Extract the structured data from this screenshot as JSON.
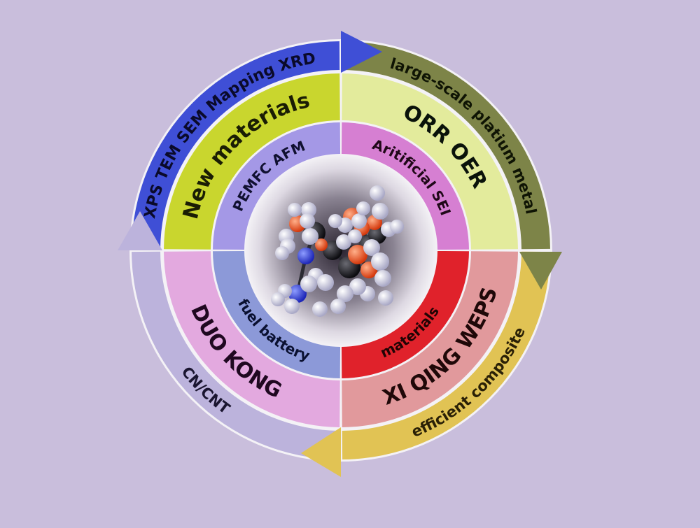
{
  "outer_ring": {
    "top_left": "XPS TEM SEM Mapping XRD",
    "top_right": "large-scale platium metal",
    "bottom_right": "efficient composite",
    "bottom_left": "CN/CNT"
  },
  "middle_ring": {
    "top_left": "New materials",
    "top_right": "ORR OER",
    "bottom_right": "XI QING WEPS",
    "bottom_left": "DUO KONG"
  },
  "inner_ring": {
    "top_left": "PEMFC AFM",
    "top_right": "Aritificial SEI",
    "bottom_right": "materials",
    "bottom_left": "fuel battery"
  },
  "colors": {
    "background": "#c9bedc",
    "outer_top_left": "#3f4fd6",
    "outer_top_right": "#7d8448",
    "outer_bottom_right": "#e1c354",
    "outer_bottom_left": "#bcb3dc",
    "middle_top_left": "#c9d62e",
    "middle_top_right": "#e3eb9c",
    "middle_bottom_right": "#e1999c",
    "middle_bottom_left": "#e3a9df",
    "inner_top_left": "#a498e6",
    "inner_top_right": "#d67fd2",
    "inner_bottom_right": "#e0222b",
    "inner_bottom_left": "#8c99d8"
  }
}
